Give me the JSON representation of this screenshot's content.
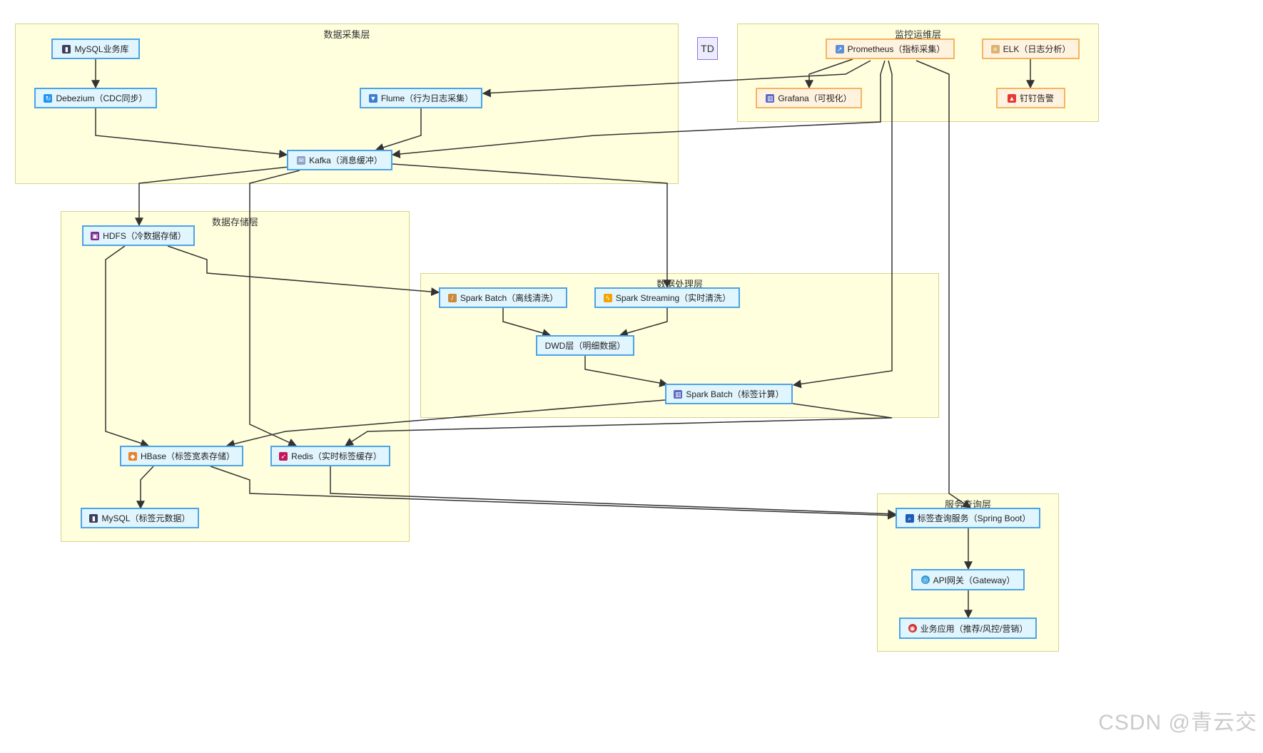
{
  "groups": {
    "collect": "数据采集层",
    "store": "数据存储层",
    "process": "数据处理层",
    "ops": "监控运维层",
    "service": "服务查询层"
  },
  "nodes": {
    "mysql_biz": "MySQL业务库",
    "debezium": "Debezium（CDC同步）",
    "flume": "Flume（行为日志采集）",
    "kafka": "Kafka（消息缓冲）",
    "hdfs": "HDFS（冷数据存储）",
    "hbase": "HBase（标签宽表存储）",
    "redis": "Redis（实时标签缓存）",
    "mysql_meta": "MySQL（标签元数据）",
    "spark_batch_clean": "Spark Batch（离线清洗）",
    "spark_streaming": "Spark Streaming（实时清洗）",
    "dwd": "DWD层（明细数据）",
    "spark_batch_tag": "Spark Batch（标签计算）",
    "prometheus": "Prometheus（指标采集）",
    "grafana": "Grafana（可视化）",
    "elk": "ELK（日志分析）",
    "dingtalk": "钉钉告警",
    "tag_service": "标签查询服务（Spring Boot）",
    "api_gateway": "API网关（Gateway）",
    "biz_app": "业务应用（推荐/风控/营销）",
    "td": "TD"
  },
  "icons": {
    "mysql_biz": "database-icon",
    "debezium": "sync-icon",
    "flume": "inbox-icon",
    "kafka": "message-icon",
    "hdfs": "save-disk-icon",
    "hbase": "cube-icon",
    "redis": "rocket-icon",
    "mysql_meta": "database-icon",
    "spark_batch_clean": "broom-icon",
    "spark_streaming": "lightning-icon",
    "spark_batch_tag": "bar-chart-icon",
    "prometheus": "trend-chart-icon",
    "grafana": "bar-chart-icon",
    "elk": "scroll-icon",
    "dingtalk": "alarm-bell-icon",
    "tag_service": "magnifier-icon",
    "api_gateway": "globe-icon",
    "biz_app": "target-icon"
  },
  "colors": {
    "group_fill": "#ffffde",
    "group_border": "#d6d28a",
    "node_fill": "#e1f5fe",
    "node_border": "#4aa3e8",
    "ops_fill": "#fff3e0",
    "ops_border": "#f5b461",
    "edge": "#333333"
  },
  "watermark": "CSDN @青云交"
}
